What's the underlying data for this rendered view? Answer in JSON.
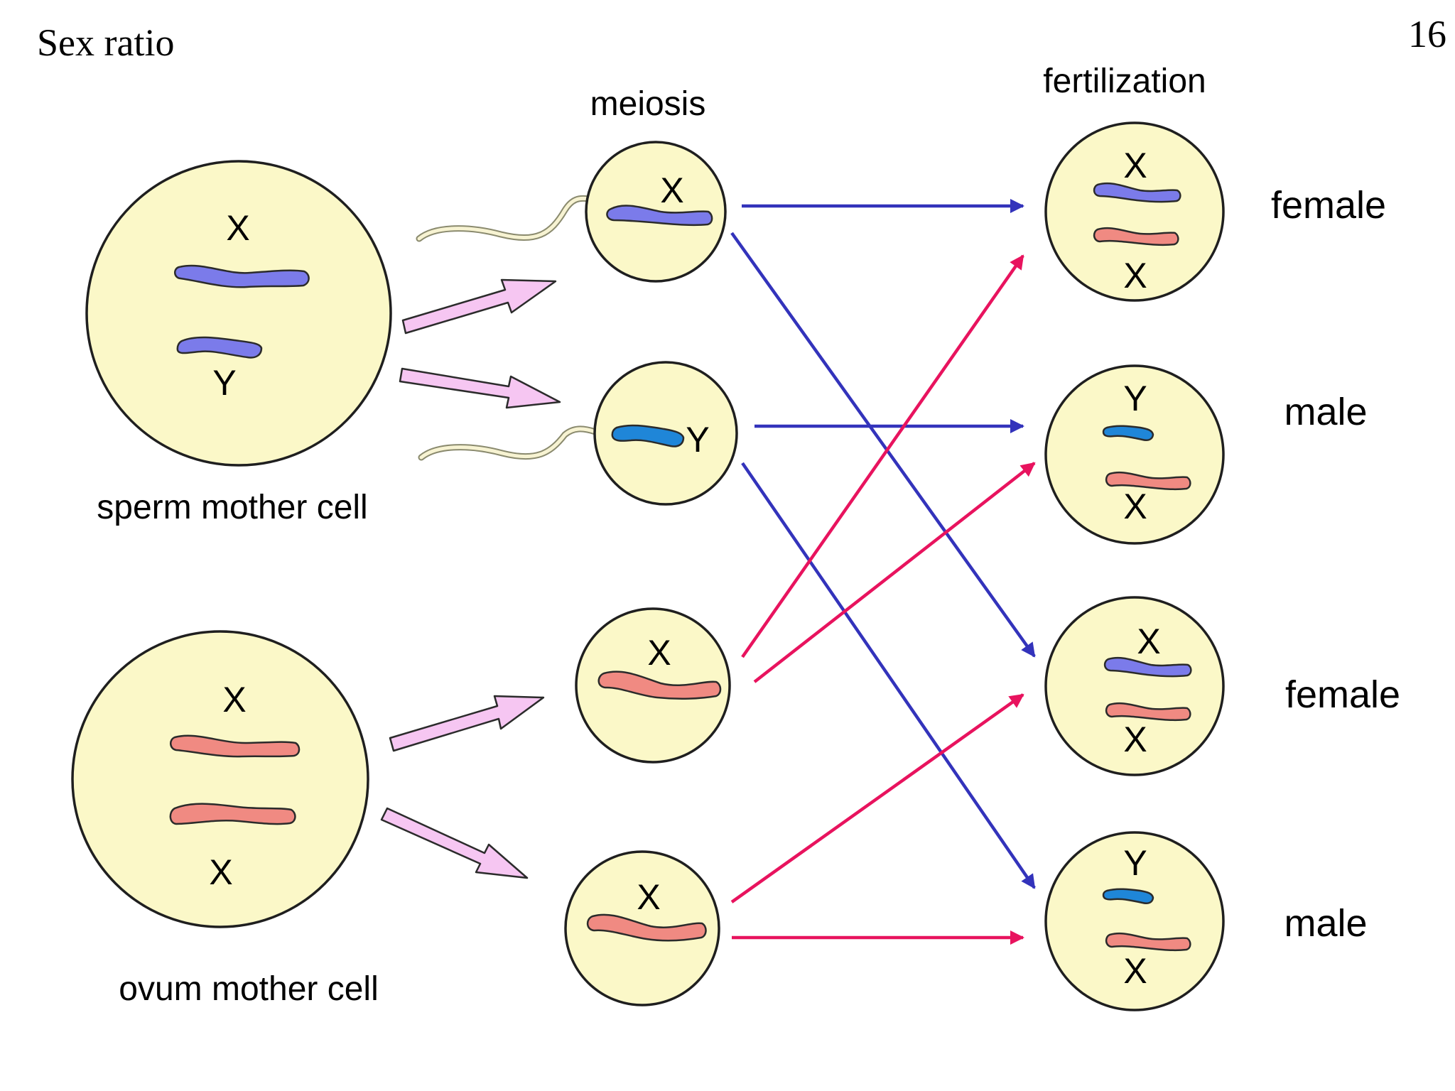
{
  "slide": {
    "title": "Sex ratio",
    "page_number": "16"
  },
  "headings": {
    "meiosis": "meiosis",
    "fertilization": "fertilization"
  },
  "cells": {
    "sperm_mother": {
      "label": "sperm mother cell",
      "chromosomes": [
        "X",
        "Y"
      ]
    },
    "ovum_mother": {
      "label": "ovum mother cell",
      "chromosomes": [
        "X",
        "X"
      ]
    },
    "gametes": [
      {
        "type": "sperm",
        "chromosome": "X"
      },
      {
        "type": "sperm",
        "chromosome": "Y"
      },
      {
        "type": "egg",
        "chromosome": "X"
      },
      {
        "type": "egg",
        "chromosome": "X"
      }
    ],
    "zygotes": [
      {
        "top": "X",
        "bottom": "X",
        "result": "female"
      },
      {
        "top": "Y",
        "bottom": "X",
        "result": "male"
      },
      {
        "top": "X",
        "bottom": "X",
        "result": "female"
      },
      {
        "top": "Y",
        "bottom": "X",
        "result": "male"
      }
    ]
  },
  "colors": {
    "cell_fill": "#fbf8c8",
    "x_from_sperm": "#7b7bea",
    "y_chromosome": "#1f86d8",
    "x_from_egg": "#f08a82",
    "sperm_arrow": "#3333bb",
    "egg_arrow": "#e8135e",
    "meiosis_arrow": "#f6c6f2"
  }
}
